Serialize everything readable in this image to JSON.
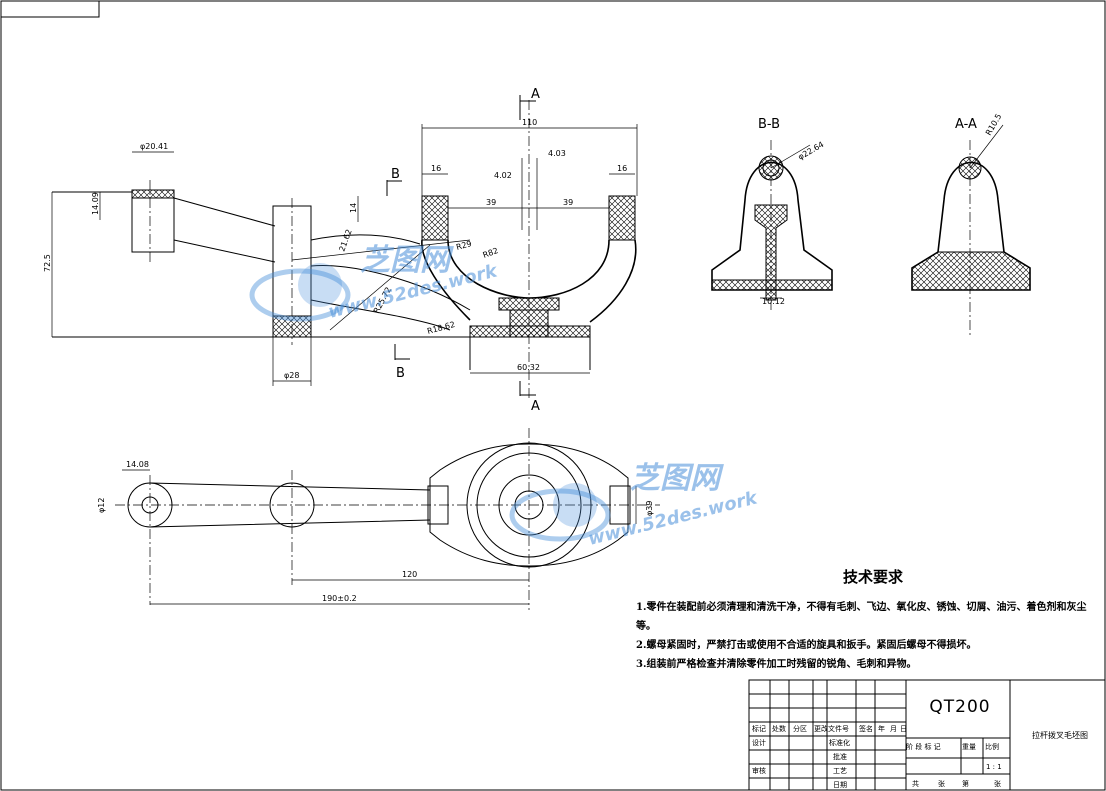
{
  "views": {
    "section_letters": {
      "a_top": "A",
      "a_bottom": "A",
      "b_top": "B",
      "b_bottom": "B"
    },
    "bb_title": "B-B",
    "aa_title": "A-A"
  },
  "dimensions": {
    "front": {
      "width_top": "110",
      "phi_2041": "φ20.41",
      "d1409": "14.09",
      "d725": "72.5",
      "d16_left": "16",
      "d16_right": "16",
      "d402": "4.02",
      "d403": "4.03",
      "d39_left": "39",
      "d39_right": "39",
      "d14": "14",
      "r2162": "21.62",
      "r29": "R29",
      "r82": "R82",
      "r2572": "R25.72",
      "r1862": "R18.62",
      "phi28": "φ28",
      "d6032": "60.32"
    },
    "section_bb": {
      "phi_2264": "φ22.64",
      "d1012": "10.12"
    },
    "section_aa": {
      "r105": "R10.5"
    },
    "top_view": {
      "d1408": "14.08",
      "phi12": "φ12",
      "phi39": "φ39",
      "d120": "120",
      "d190": "190±0.2"
    }
  },
  "watermark": {
    "brand": "芝图网",
    "url": "www.52des.work"
  },
  "tech_requirements": {
    "title": "技术要求",
    "items": [
      "1.零件在装配前必须清理和清洗干净，不得有毛刺、飞边、氧化皮、锈蚀、切屑、油污、着色剂和灰尘等。",
      "2.螺母紧固时，严禁打击或使用不合适的旋具和扳手。紧固后螺母不得损坏。",
      "3.组装前严格检查并清除零件加工时残留的锐角、毛刺和异物。"
    ]
  },
  "title_block": {
    "material": "QT200",
    "part_name": "拉杆拨叉毛坯图",
    "col_labels": [
      "标记",
      "处数",
      "分区",
      "更改文件号",
      "签名",
      "年",
      "月",
      "日"
    ],
    "row_labels": [
      "设计",
      "审核"
    ],
    "mid_labels": [
      "标准化",
      "批准",
      "工艺",
      "日期"
    ],
    "stage_label": "阶 段 标 记",
    "weight_label": "重量",
    "scale_label": "比例",
    "scale_value": "1 : 1",
    "sheet_total": "共",
    "sheet_unit_a": "张",
    "sheet_of": "第",
    "sheet_unit_b": "张"
  }
}
